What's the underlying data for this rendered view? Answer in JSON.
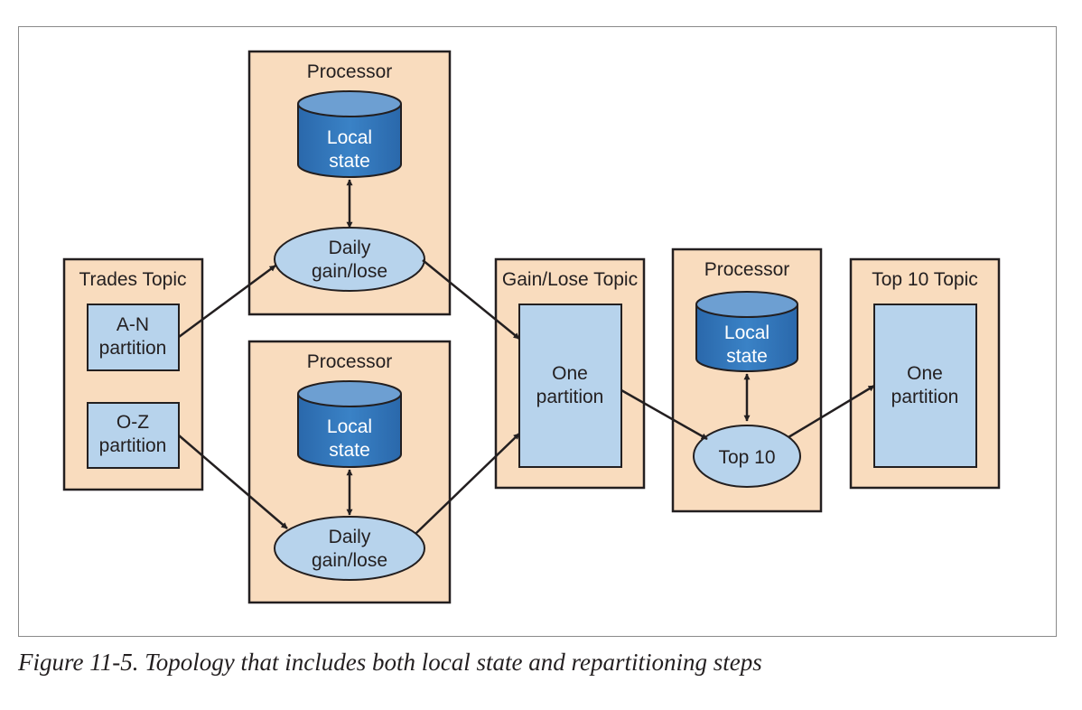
{
  "diagram": {
    "trades_topic": {
      "title": "Trades Topic",
      "partition_a": [
        "A-N",
        "partition"
      ],
      "partition_o": [
        "O-Z",
        "partition"
      ]
    },
    "processor_top": {
      "title": "Processor",
      "db": [
        "Local",
        "state"
      ],
      "op": [
        "Daily",
        "gain/lose"
      ]
    },
    "processor_bottom": {
      "title": "Processor",
      "db": [
        "Local",
        "state"
      ],
      "op": [
        "Daily",
        "gain/lose"
      ]
    },
    "gainlose_topic": {
      "title": "Gain/Lose Topic",
      "partition": [
        "One",
        "partition"
      ]
    },
    "processor_top10": {
      "title": "Processor",
      "db": [
        "Local",
        "state"
      ],
      "op": [
        "Top 10"
      ]
    },
    "top10_topic": {
      "title": "Top 10 Topic",
      "partition": [
        "One",
        "partition"
      ]
    },
    "colors": {
      "container": "#f9dcbe",
      "box": "#b7d3ec",
      "db_body": "#2f73b8",
      "db_top": "#6d9fd2",
      "stroke": "#231f20"
    }
  },
  "caption": "Figure 11-5. Topology that includes both local state and repartitioning steps"
}
